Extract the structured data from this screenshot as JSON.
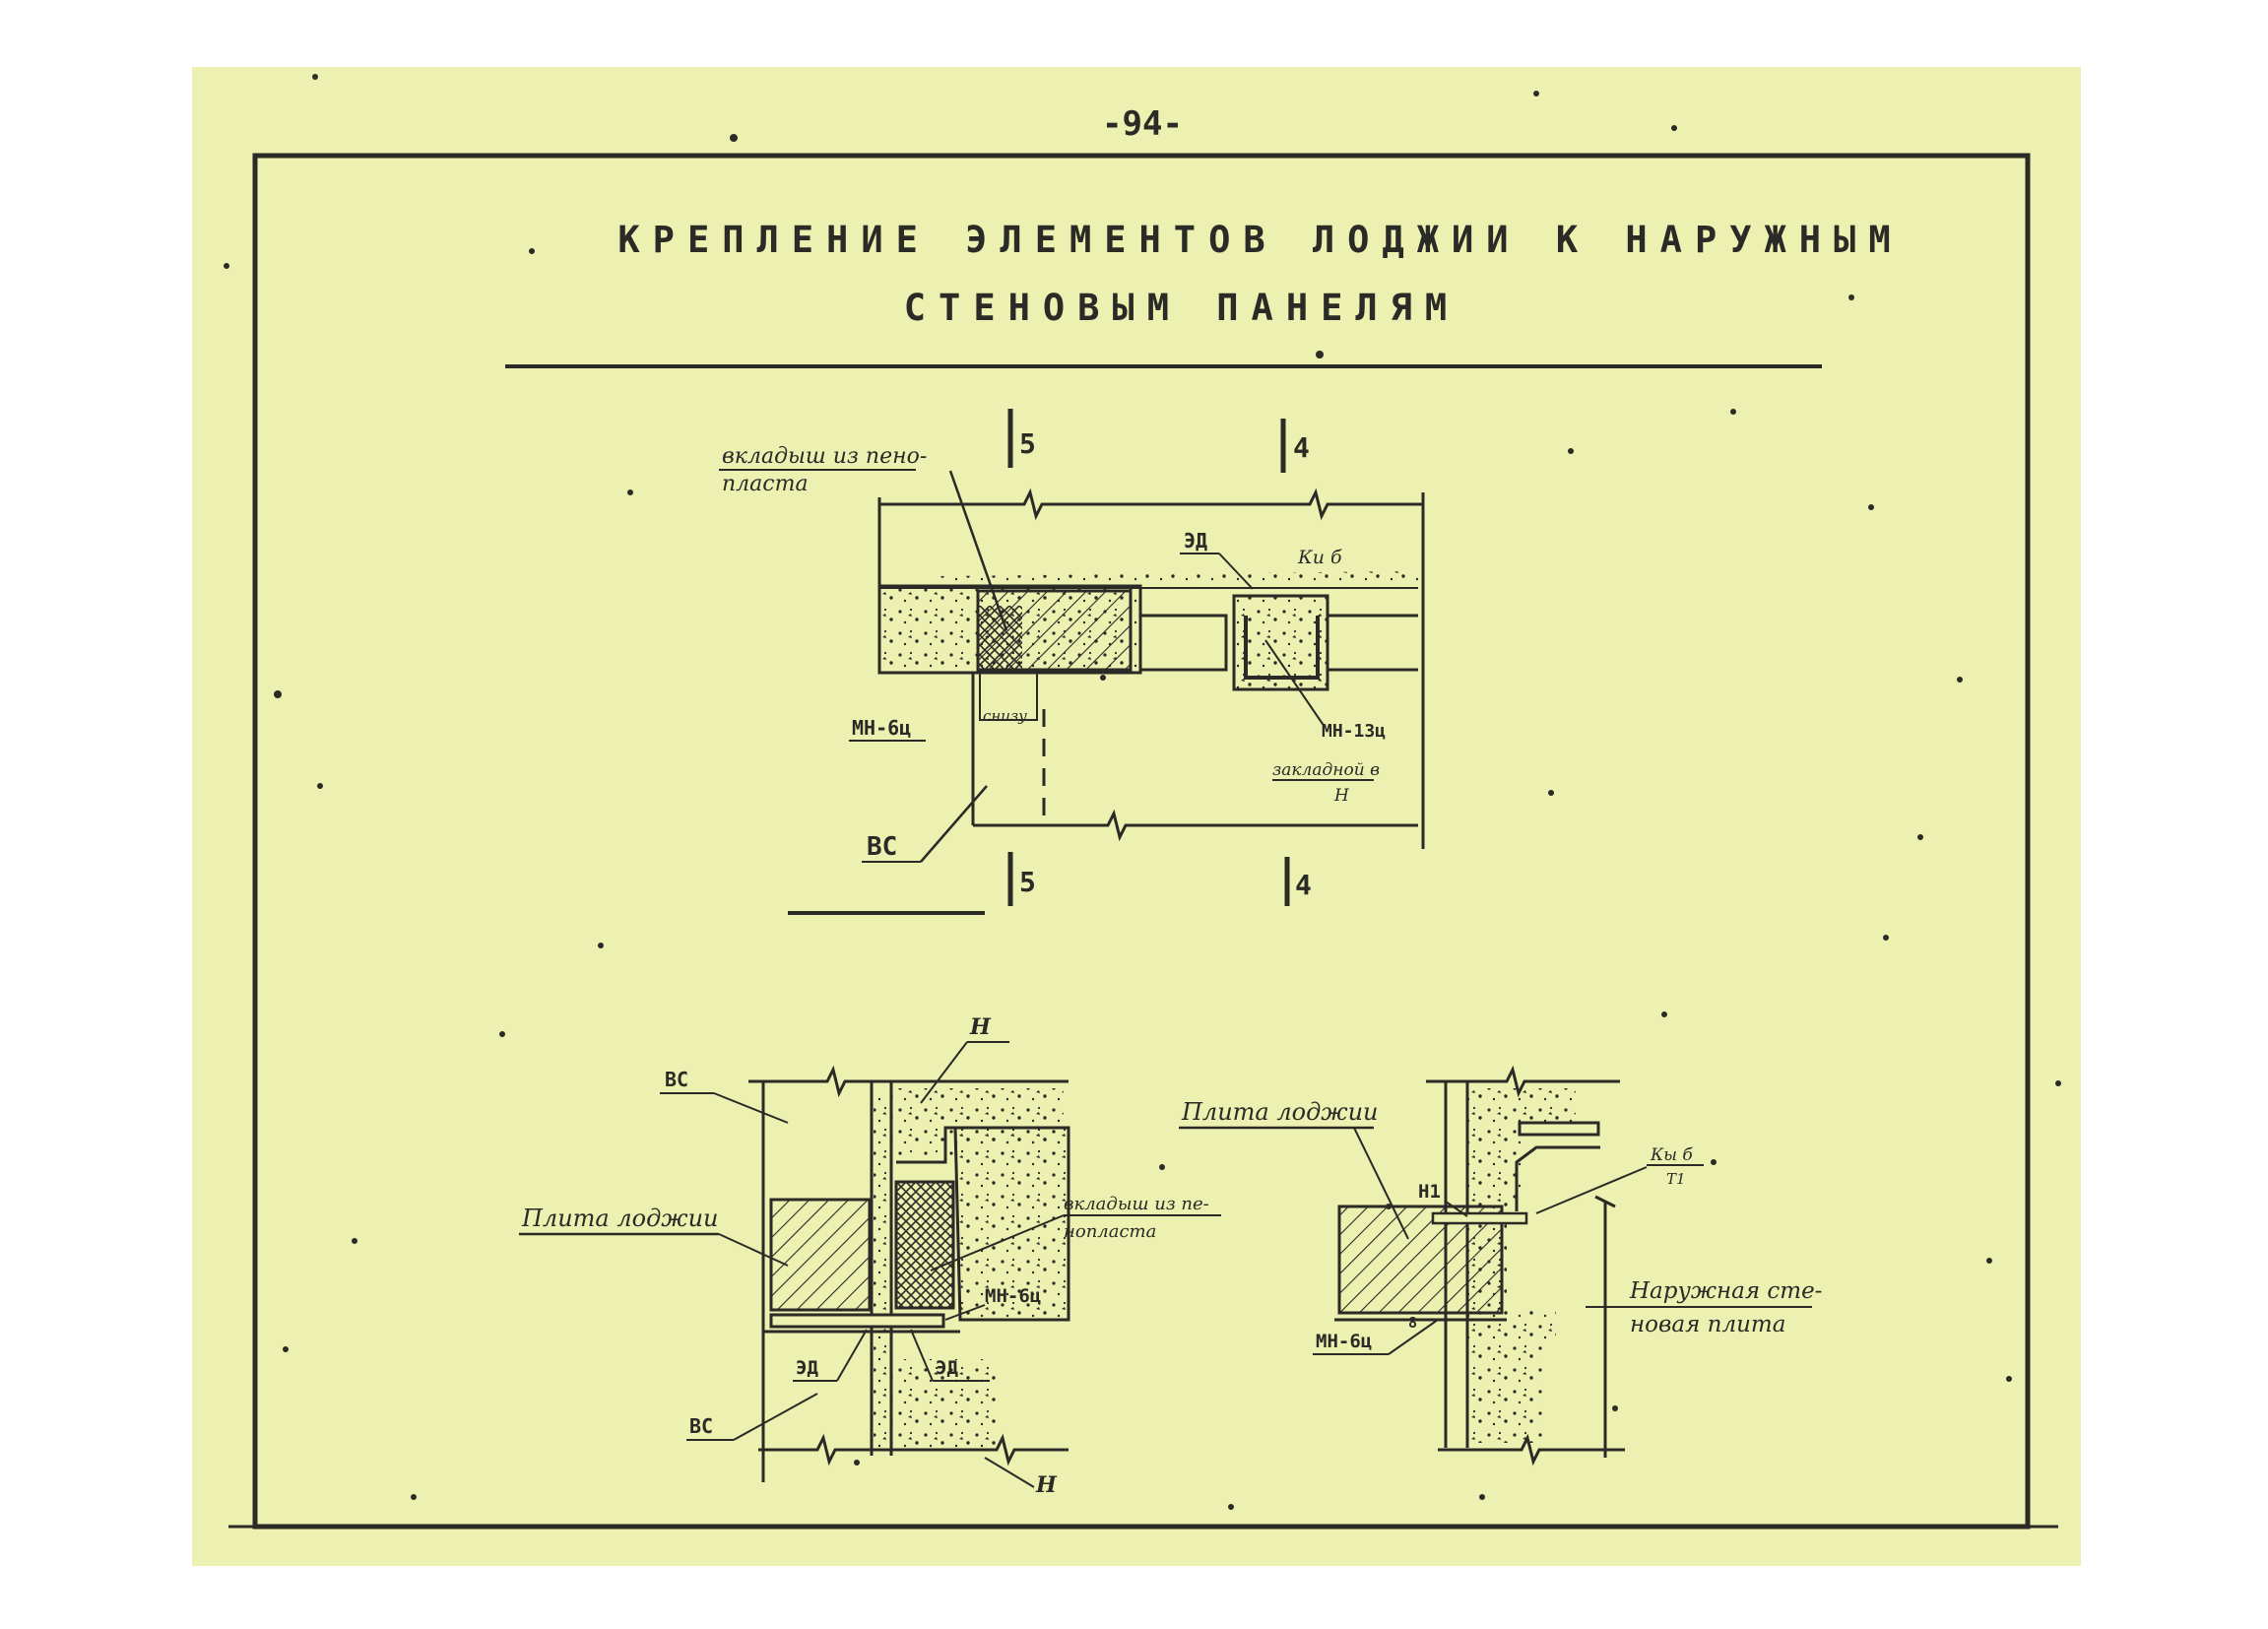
{
  "page": {
    "number": "-94-",
    "title_line1": "КРЕПЛЕНИЕ ЭЛЕМЕНТОВ ЛОДЖИИ К НАРУЖНЫМ",
    "title_line2": "СТЕНОВЫМ ПАНЕЛЯМ"
  },
  "plan_detail": {
    "insert_label_1": "вкладыш из пено-",
    "insert_label_2": "пласта",
    "el_label": "ЭД",
    "mark_label": "Ки б",
    "mn6_label": "МН-6ц",
    "mn6_sub": "снизу",
    "mn13_label": "МН-13ц",
    "mn13_sub_1": "закладной в",
    "mn13_sub_2": "Н",
    "bc_label": "ВС",
    "section5_top": "5",
    "section4_top": "4",
    "section5_bottom": "5",
    "section4_bottom": "4"
  },
  "left_section": {
    "n_top": "Н",
    "bc_top": "ВС",
    "slab_label": "Плита лоджии",
    "insert_label_1": "вкладыш из пе-",
    "insert_label_2": "нопласта",
    "mn6_label": "МН-6ц",
    "el_left": "ЭД",
    "el_right": "ЭД",
    "bc_bottom": "ВС",
    "n_bottom": "Н"
  },
  "right_section": {
    "slab_label": "Плита лоджии",
    "n1_label": "Н1",
    "mark_label_1": "Кы б",
    "mark_label_2": "Т1",
    "panel_label_1": "Наружная сте-",
    "panel_label_2": "новая плита",
    "mn6_label": "МН-6ц",
    "d_label": "8"
  },
  "colors": {
    "paper": "#ecf0b0",
    "ink": "#2a2a26"
  }
}
